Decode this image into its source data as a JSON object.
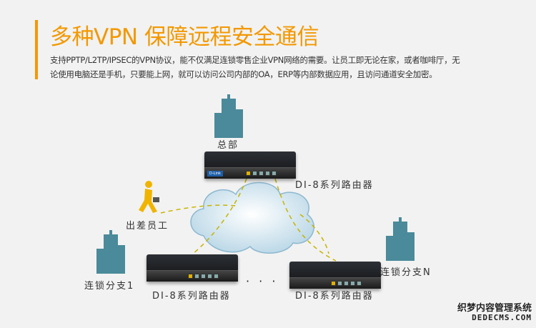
{
  "header": {
    "title": "多种VPN 保障远程安全通信",
    "desc_line1": "支持PPTP/L2TP/IPSEC的VPN协议，能不仅满足连锁零售企业VPN网络的需要。让员工即无论在家，或者咖啡厅，无",
    "desc_line2": "论使用电脑还是手机，只要能上网，就可以访问公司内部的OA，ERP等内部数据应用，且访问通道安全加密。"
  },
  "diagram": {
    "hq_label": "总部",
    "hq_router_label": "DI-8系列路由器",
    "traveler_label": "出差员工",
    "branch1_label": "连锁分支1",
    "branch1_router_label": "DI-8系列路由器",
    "branchN_label": "连锁分支N",
    "branchN_router_label": "DI-8系列路由器",
    "ellipsis": "· · ·",
    "router_brand": "D-Link",
    "colors": {
      "accent": "#f39800",
      "building": "#4a8a9a",
      "link": "#c8b400"
    }
  },
  "watermark": {
    "line1": "织梦内容管理系统",
    "line2": "DEDECMS.COM"
  }
}
